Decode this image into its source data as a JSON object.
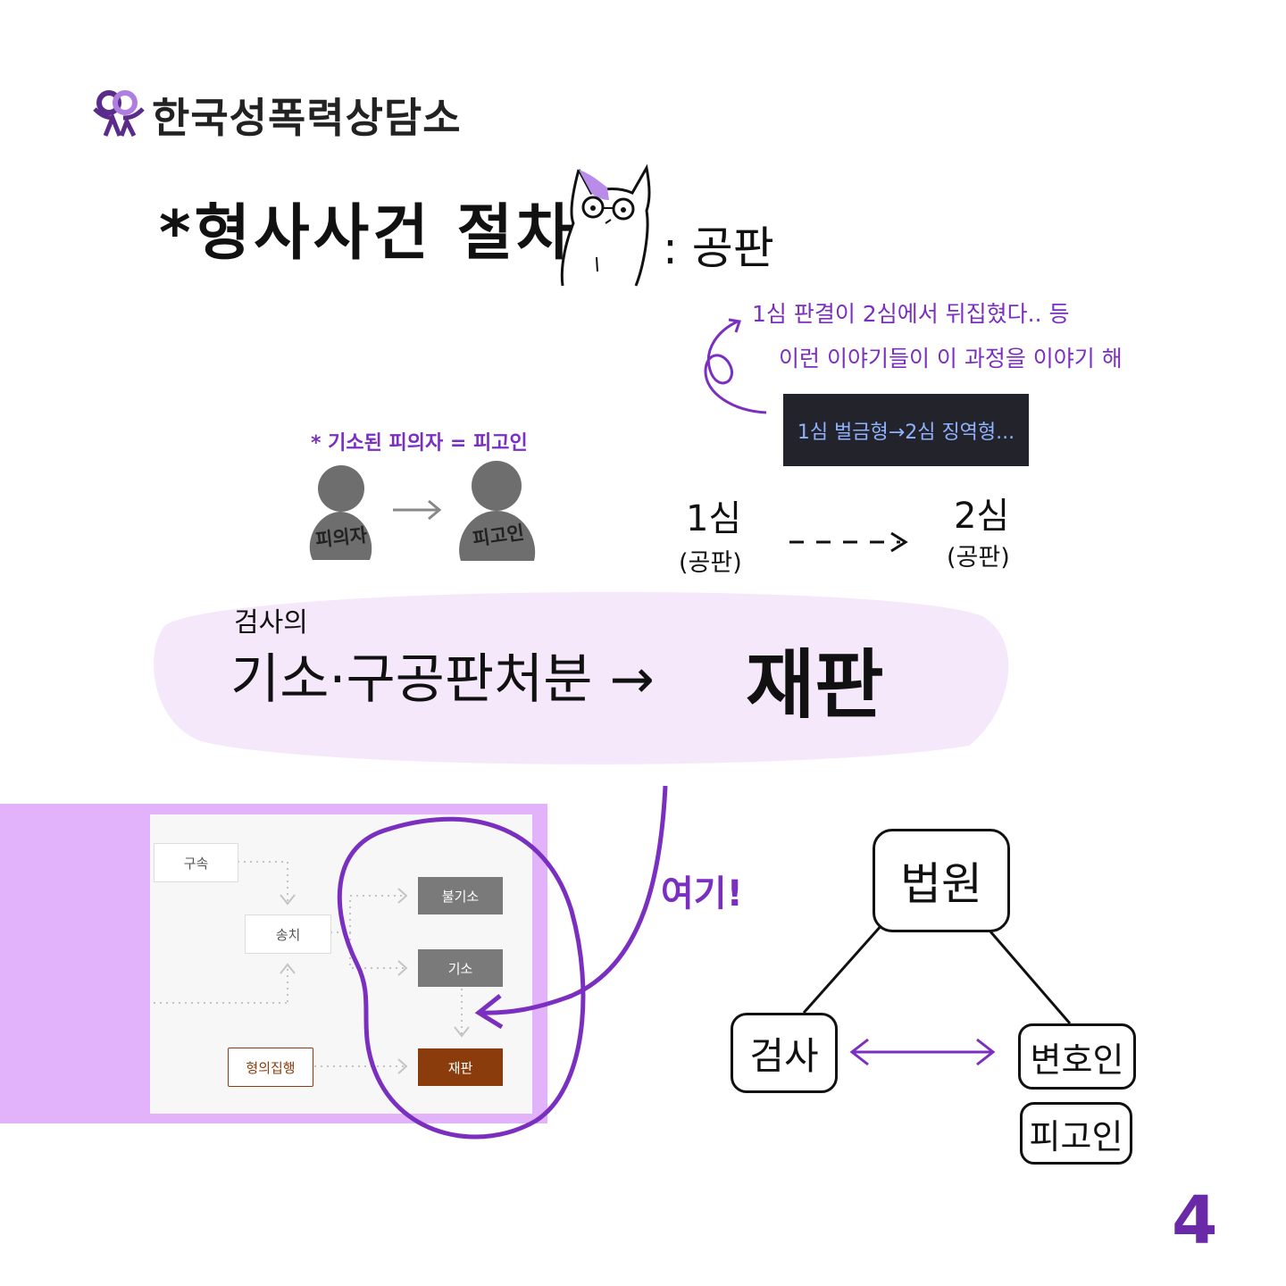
{
  "brand": {
    "name": "한국성폭력상담소"
  },
  "title": {
    "text": "*형사사건 절차",
    "role": ": 공판"
  },
  "note": {
    "line1": "1심 판결이  2심에서 뒤집혔다.. 등",
    "line2": "이런 이야기들이  이 과정을 이야기 해",
    "caption": "1심 벌금형→2심 징역형..."
  },
  "defendant_note": "* 기소된 피의자 = 피고인",
  "figures": {
    "suspect": "피의자",
    "defendant": "피고인"
  },
  "trials": {
    "first": "1심",
    "first_sub": "(공판)",
    "second": "2심",
    "second_sub": "(공판)"
  },
  "flow": {
    "prosecutor": "검사의",
    "steps": "기소·구공판처분  →",
    "result": "재판"
  },
  "here": "여기!",
  "procedure_panel": {
    "arrest": "구속",
    "referral": "송치",
    "no_indictment": "불기소",
    "indictment": "기소",
    "trial": "재판",
    "suspicion_execution": "형의집행"
  },
  "triangle": {
    "court": "법원",
    "prosecutor": "검사",
    "defense": "변호인",
    "defendant": "피고인"
  },
  "page_number": "4",
  "colors": {
    "accent_purple": "#7a2fc0",
    "highlight_pink": "#f6e8fb",
    "panel_purple": "#e2b3fb",
    "trial_brown": "#8a3c0c"
  }
}
